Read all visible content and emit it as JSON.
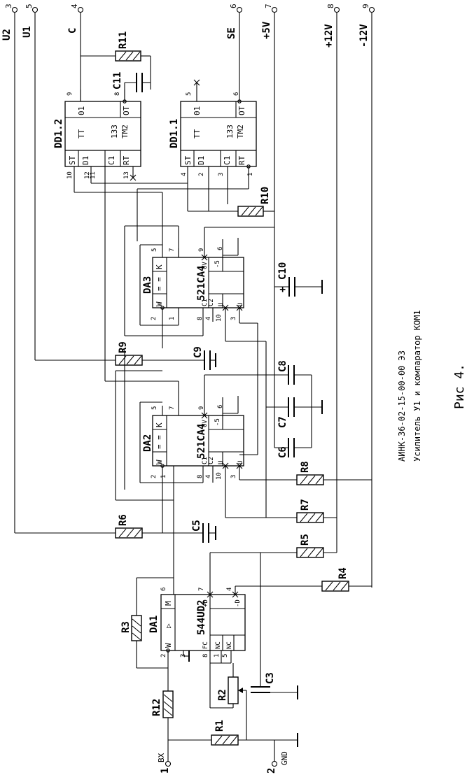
{
  "terminals": [
    {
      "num": "3",
      "label": "U2"
    },
    {
      "num": "5",
      "label": "U1"
    },
    {
      "num": "4",
      "label": "C"
    },
    {
      "num": "6",
      "label": "SE"
    },
    {
      "num": "7",
      "label": "+5V"
    },
    {
      "num": "8",
      "label": "+12V"
    },
    {
      "num": "9",
      "label": "-12V"
    },
    {
      "num": "1",
      "label": "BX"
    },
    {
      "num": "2",
      "label": "GND"
    }
  ],
  "components": {
    "resistors": [
      "R1",
      "R2",
      "R3",
      "R4",
      "R5",
      "R6",
      "R7",
      "R8",
      "R9",
      "R10",
      "R11",
      "R12"
    ],
    "capacitors": [
      "C3",
      "C5",
      "C6",
      "C7",
      "C8",
      "C9",
      "C10",
      "C11"
    ]
  },
  "chips": {
    "dd1_2": {
      "name": "DD1.2",
      "type_a": "TT",
      "type_b": "133",
      "type_c": "TM2",
      "o1": "01",
      "ot": "OT",
      "st": "ST",
      "d1": "D1",
      "c1": "C1",
      "rt": "RT",
      "p9": "9",
      "p8": "8",
      "p10": "10",
      "p12": "12",
      "p11": "11",
      "p13": "13"
    },
    "dd1_1": {
      "name": "DD1.1",
      "type_a": "TT",
      "type_b": "133",
      "type_c": "TM2",
      "o1": "01",
      "ot": "OT",
      "st": "ST",
      "d1": "D1",
      "c1": "C1",
      "rt": "RT",
      "p5": "5",
      "p6": "6",
      "p4": "4",
      "p2": "2",
      "p3": "3",
      "p1": "1"
    },
    "da3": {
      "name": "DA3",
      "part": "521CA4",
      "k": "K",
      "w": "W",
      "eq": "= =",
      "ob": "0V",
      "c1": "C1",
      "c2": "C2",
      "u": "U",
      "minus": "-5",
      "p5": "5",
      "p7": "7",
      "p9": "9",
      "p6": "6",
      "p2": "2",
      "p1": "1",
      "p8": "8",
      "p4": "4",
      "p10": "10",
      "p3": "3"
    },
    "da2": {
      "name": "DA2",
      "part": "521CA4",
      "k": "K",
      "w": "W",
      "eq": "= =",
      "ob": "0V",
      "c1": "C1",
      "c2": "C2",
      "u": "U",
      "minus": "-5",
      "p5": "5",
      "p7": "7",
      "p9": "9",
      "p6": "6",
      "p2": "2",
      "p1": "1",
      "p8": "8",
      "p4": "4",
      "p10": "10",
      "p3": "3"
    },
    "da1": {
      "name": "DA1",
      "part": "544UD2",
      "m": "M",
      "tri": "▷",
      "w": "W",
      "fc": "FC",
      "nc": "NC",
      "plus": "+D",
      "minus": "-D",
      "p6": "6",
      "p7": "7",
      "p4": "4",
      "p2": "2",
      "p3": "3",
      "p8": "8",
      "p1": "1",
      "p5": "5"
    }
  },
  "doc": {
    "code": "АИНК-36-02-15-00-00 ЭЗ",
    "subtitle": "Усилитель У1 и компаратор КОМ1",
    "caption": "Рис 4."
  }
}
